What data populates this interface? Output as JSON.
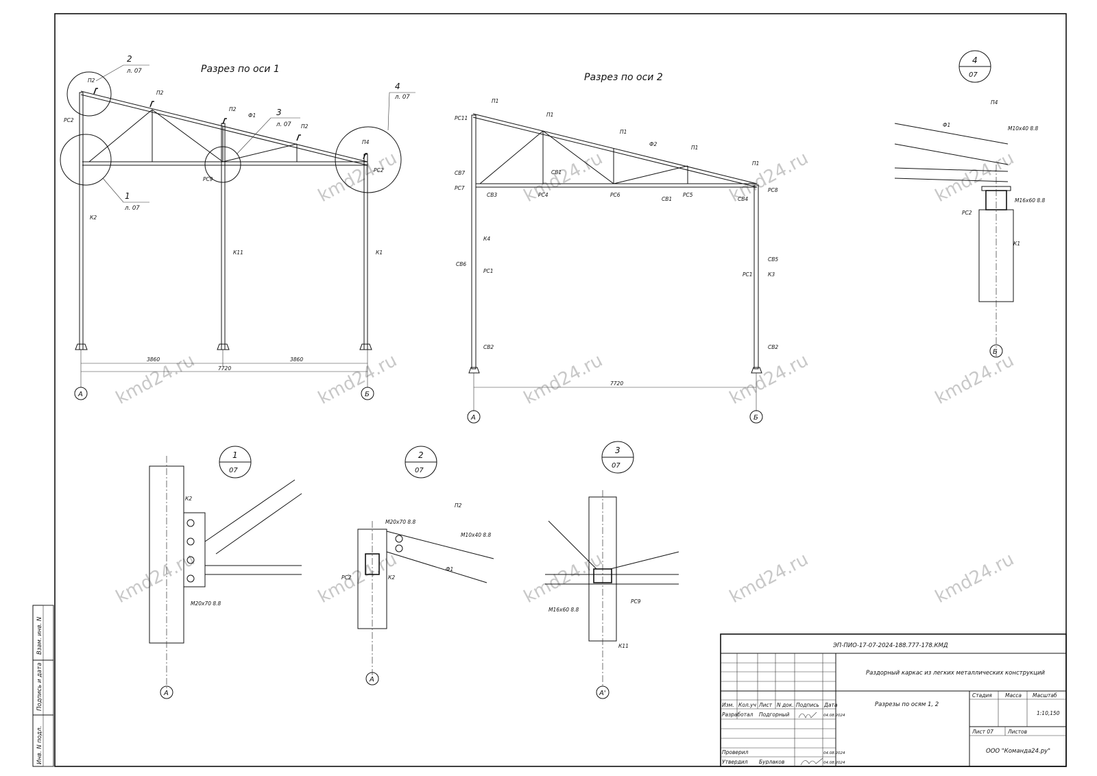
{
  "watermark": "kmd24.ru",
  "sections": {
    "axis1_title": "Разрез по оси 1",
    "axis2_title": "Разрез по оси 2"
  },
  "callouts": {
    "c2_num": "2",
    "c2_sheet": "л. 07",
    "c4_num": "4",
    "c4_sheet": "л. 07",
    "c3_num": "3",
    "c3_sheet": "л. 07",
    "c1_num": "1",
    "c1_sheet": "л. 07"
  },
  "section1_labels": {
    "p2_a": "П2",
    "p2_b": "П2",
    "p2_c": "П2",
    "p2_d": "П2",
    "p4": "П4",
    "pc2_left": "РС2",
    "pc2_right": "РС2",
    "pc9": "РС9",
    "f1": "Ф1",
    "k2": "К2",
    "k11": "К11",
    "k1": "К1"
  },
  "section1_dims": {
    "d1": "3860",
    "d2": "3860",
    "total": "7720"
  },
  "section1_axes": {
    "left": "А",
    "right": "Б"
  },
  "section2_labels": {
    "p1_a": "П1",
    "p1_b": "П1",
    "p1_c": "П1",
    "p1_d": "П1",
    "p1_e": "П1",
    "f2": "Ф2",
    "pc11": "РС11",
    "cb7": "СВ7",
    "pc7": "РС7",
    "cb3": "СВ3",
    "cb1_top": "СВ1",
    "pc4": "РС4",
    "pc6": "РС6",
    "cb1_bot": "СВ1",
    "pc5": "РС5",
    "cb4": "СВ4",
    "pc8": "РС8",
    "k4": "К4",
    "cb6": "СВ6",
    "pc1_left": "РС1",
    "cb5": "СВ5",
    "pc1_right": "РС1",
    "k3": "К3",
    "cb2_left": "СВ2",
    "cb2_right": "СВ2"
  },
  "section2_dims": {
    "total": "7720"
  },
  "section2_axes": {
    "left": "А",
    "right": "Б"
  },
  "detail4": {
    "num": "4",
    "sheet": "07",
    "p4": "П4",
    "f1": "Ф1",
    "bolt1": "М10х40 8.8",
    "bolt2": "М16х60 8.8",
    "pc2": "РС2",
    "k1": "К1",
    "axis": "Б"
  },
  "detail1": {
    "num": "1",
    "sheet": "07",
    "k2": "К2",
    "bolt": "М20х70 8.8",
    "axis": "А"
  },
  "detail2": {
    "num": "2",
    "sheet": "07",
    "p2": "П2",
    "bolt1": "М20х70 8.8",
    "bolt2": "М10х40 8.8",
    "pc2": "РС2",
    "k2": "К2",
    "f1": "Ф1",
    "axis": "А"
  },
  "detail3": {
    "num": "3",
    "sheet": "07",
    "bolt": "М16х60 8.8",
    "pc9": "РС9",
    "k11": "К11",
    "axis": "А'"
  },
  "side_stamp": {
    "f1": "Взам. инв. N",
    "f2": "Подпись и дата",
    "f3": "Инв. N подл."
  },
  "title_block": {
    "code": "ЭП-ПИО-17-07-2024-188.777-178.КМД",
    "project": "Раздорный каркас из легких металлических конструкций",
    "sheet_title": "Разрезы по осям 1, 2",
    "col_izm": "Изм.",
    "col_kol": "Кол.уч",
    "col_list": "Лист",
    "col_ndok": "N док.",
    "col_podp": "Подпись",
    "col_data": "Дата",
    "razrab": "Разработал",
    "razrab_name": "Подгорный",
    "razrab_date": "04.08.2024",
    "prov": "Проверил",
    "prov_date": "04.08.2024",
    "utv": "Утвердил",
    "utv_name": "Бурлаков",
    "utv_date": "04.08.2024",
    "stage": "Стадия",
    "mass": "Масса",
    "scale": "Масштаб",
    "scale_val": "1:10,150",
    "list": "Лист 07",
    "listov": "Листов",
    "org": "ООО \"Команда24.ру\""
  }
}
